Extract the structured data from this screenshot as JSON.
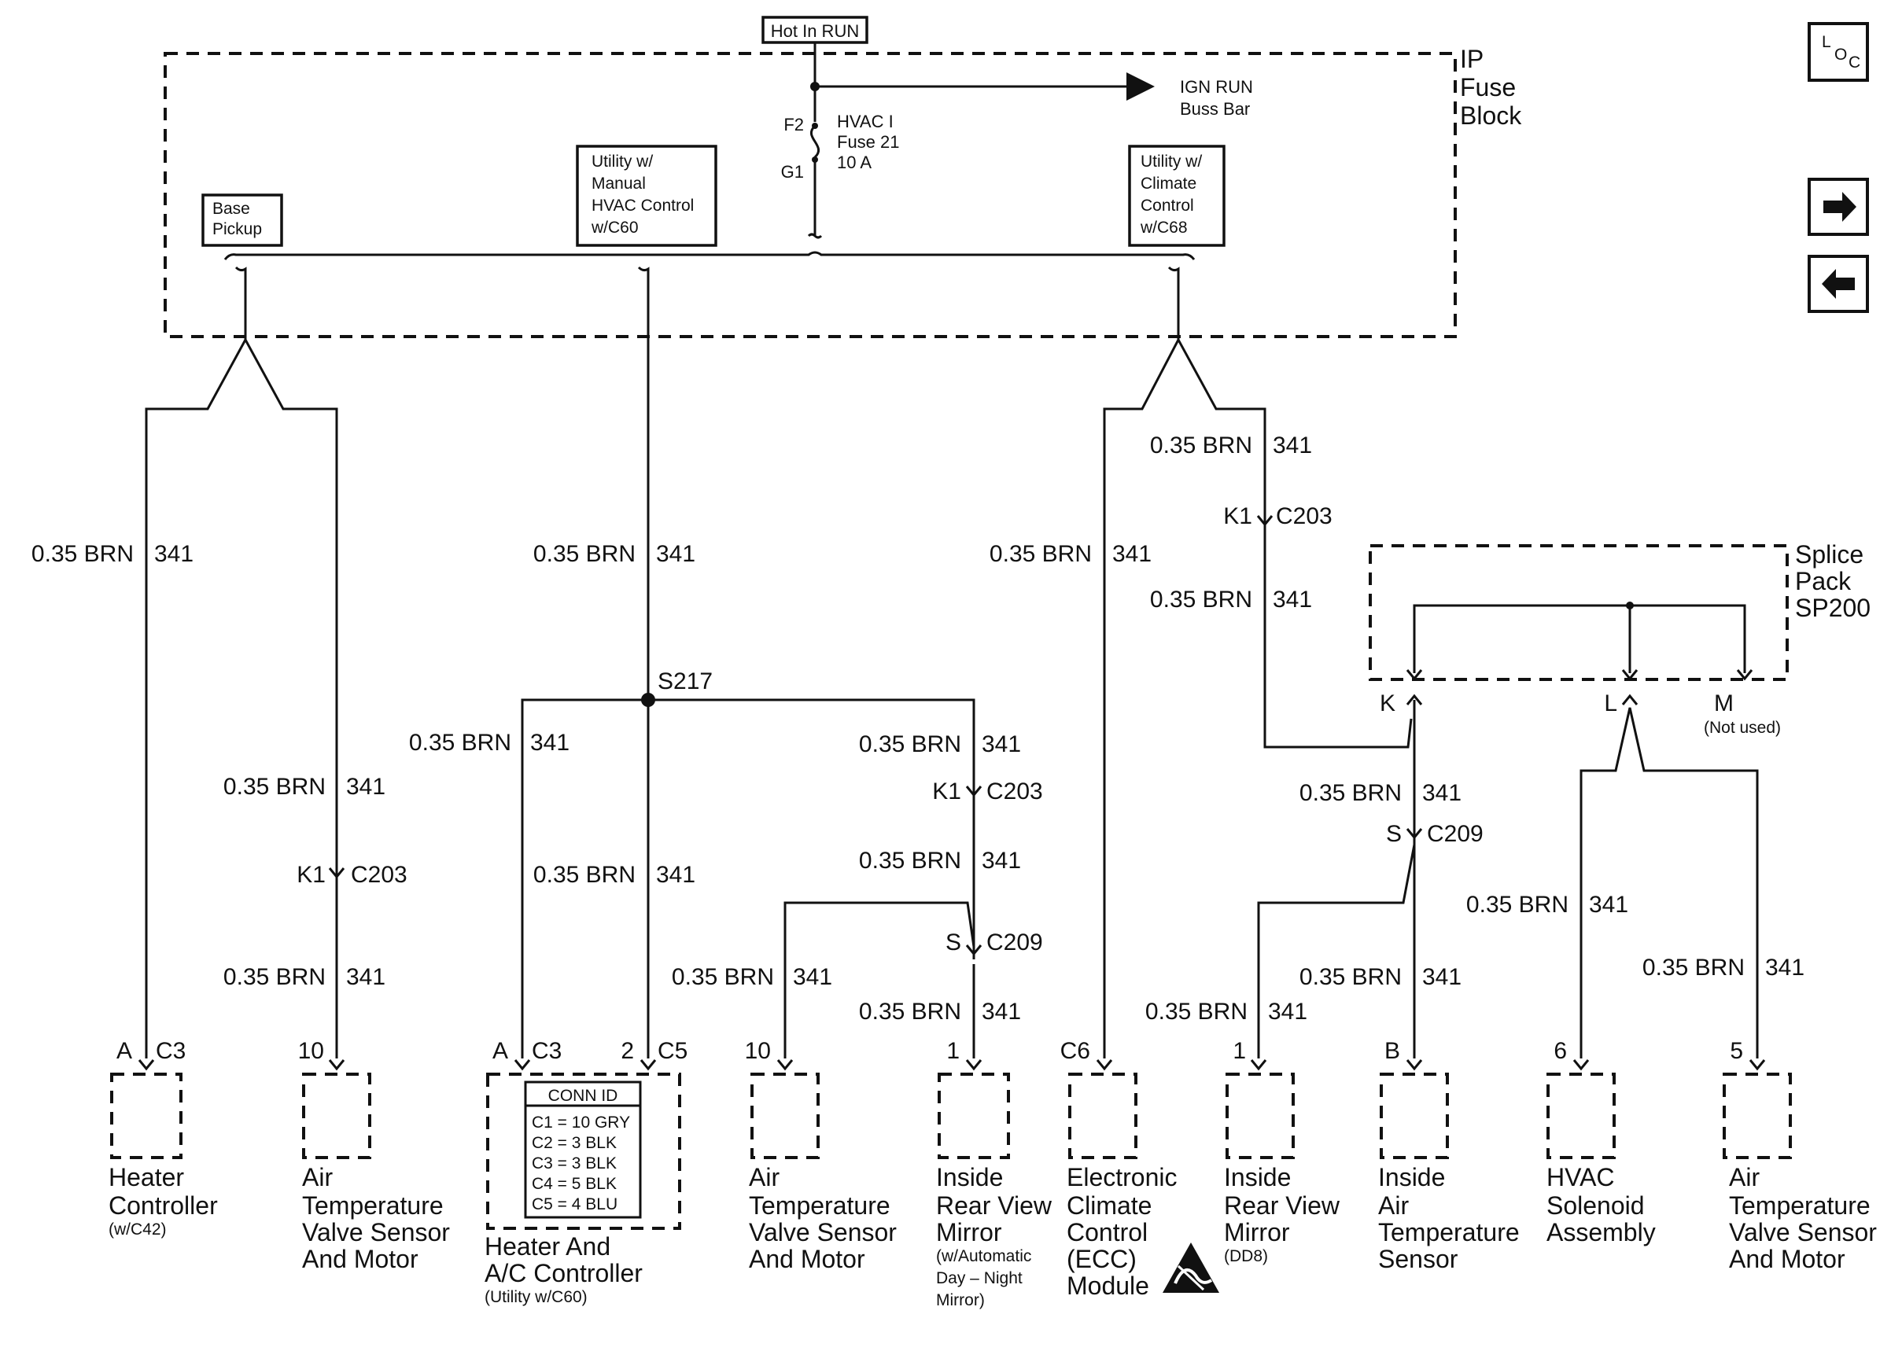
{
  "header": {
    "hot_label": "Hot In RUN"
  },
  "fuse_block": {
    "label_line1": "IP",
    "label_line2": "Fuse",
    "label_line3": "Block",
    "fuse_f": "F2",
    "fuse_g": "G1",
    "fuse_line1": "HVAC I",
    "fuse_line2": "Fuse 21",
    "fuse_line3": "10 A",
    "buss_line1": "IGN RUN",
    "buss_line2": "Buss Bar",
    "option_base": [
      "Base",
      "Pickup"
    ],
    "option_manual": [
      "Utility w/",
      "Manual",
      "HVAC Control",
      "w/C60"
    ],
    "option_climate": [
      "Utility w/",
      "Climate",
      "Control",
      "w/C68"
    ]
  },
  "wire": {
    "gauge": "0.35 BRN",
    "circuit": "341"
  },
  "connectors": {
    "k1": "K1",
    "c203": "C203",
    "s": "S",
    "c209": "C209",
    "splice": "S217"
  },
  "splice_pack": {
    "label_line1": "Splice",
    "label_line2": "Pack",
    "label_line3": "SP200",
    "pin_k": "K",
    "pin_l": "L",
    "pin_m": "M",
    "not_used": "(Not used)"
  },
  "pins": {
    "a": "A",
    "c3": "C3",
    "p10": "10",
    "p2": "2",
    "c5": "C5",
    "p1": "1",
    "c6": "C6",
    "b": "B",
    "p6": "6",
    "p5": "5"
  },
  "conn_id": {
    "title": "CONN ID",
    "rows": [
      "C1 = 10 GRY",
      "C2 = 3 BLK",
      "C3 = 3 BLK",
      "C4 = 5 BLK",
      "C5 = 4 BLU"
    ]
  },
  "components": {
    "heater_controller": [
      "Heater",
      "Controller"
    ],
    "heater_controller_note": "(w/C42)",
    "air_temp_valve": [
      "Air",
      "Temperature",
      "Valve Sensor",
      "And Motor"
    ],
    "heater_ac": [
      "Heater And",
      "A/C Controller"
    ],
    "heater_ac_note": "(Utility w/C60)",
    "mirror": [
      "Inside",
      "Rear View",
      "Mirror"
    ],
    "mirror_note": [
      "(w/Automatic",
      "Day – Night",
      "Mirror)"
    ],
    "ecc": [
      "Electronic",
      "Climate",
      "Control",
      "(ECC)",
      "Module"
    ],
    "mirror_dd8_note": "(DD8)",
    "inside_air": [
      "Inside",
      "Air",
      "Temperature",
      "Sensor"
    ],
    "hvac_solenoid": [
      "HVAC",
      "Solenoid",
      "Assembly"
    ]
  },
  "nav": {
    "loc_l": "L",
    "loc_o": "O",
    "loc_c": "C"
  }
}
